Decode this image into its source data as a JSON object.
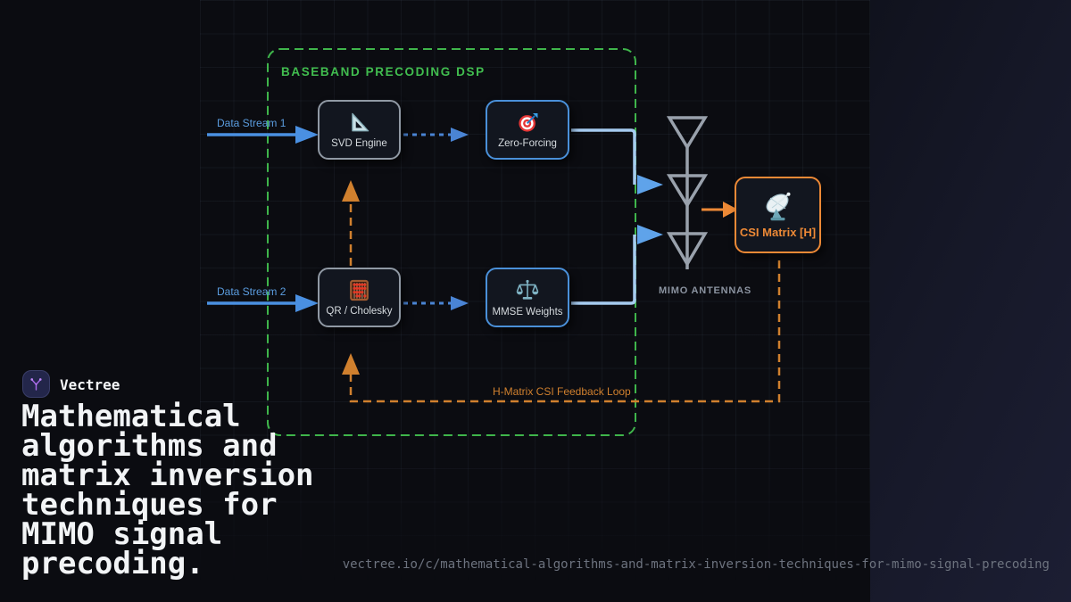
{
  "brand": {
    "name": "Vectree",
    "logo_icon": "vectree-branch-icon"
  },
  "headline": "Mathematical algorithms and matrix inversion techniques for MIMO signal precoding.",
  "footer_url": "vectree.io/c/mathematical-algorithms-and-matrix-inversion-techniques-for-mimo-signal-precoding",
  "diagram": {
    "group_label": "BASEBAND PRECODING DSP",
    "inputs": [
      {
        "label": "Data Stream 1"
      },
      {
        "label": "Data Stream 2"
      }
    ],
    "nodes": [
      {
        "id": "svd-engine",
        "label": "SVD Engine",
        "icon": "set-square-icon"
      },
      {
        "id": "zero-forcing",
        "label": "Zero-Forcing",
        "icon": "target-dart-icon"
      },
      {
        "id": "qr-cholesky",
        "label": "QR / Cholesky",
        "icon": "abacus-icon"
      },
      {
        "id": "mmse-weights",
        "label": "MMSE Weights",
        "icon": "balance-scale-icon"
      },
      {
        "id": "csi-matrix",
        "label": "CSI Matrix [H]",
        "icon": "satellite-dish-icon"
      }
    ],
    "antenna_label": "MIMO ANTENNAS",
    "feedback_label": "H-Matrix CSI Feedback Loop"
  },
  "colors": {
    "background": "#0b0c11",
    "grid_line": "rgba(140,160,205,0.065)",
    "group_green": "#3fb54b",
    "stream_blue": "#4a90e2",
    "output_light_blue": "#a6cbf0",
    "arrow_blue": "#5fa3ea",
    "accent_orange": "#ed8936",
    "feedback_orange": "#d0802e",
    "node_background": "#12161f",
    "node_border_gray": "#9099a4",
    "node_border_blue": "#4a90d9",
    "antenna_gray": "#99a1ac",
    "headline_text": "#f2f4f6",
    "url_text": "#6d737f"
  }
}
